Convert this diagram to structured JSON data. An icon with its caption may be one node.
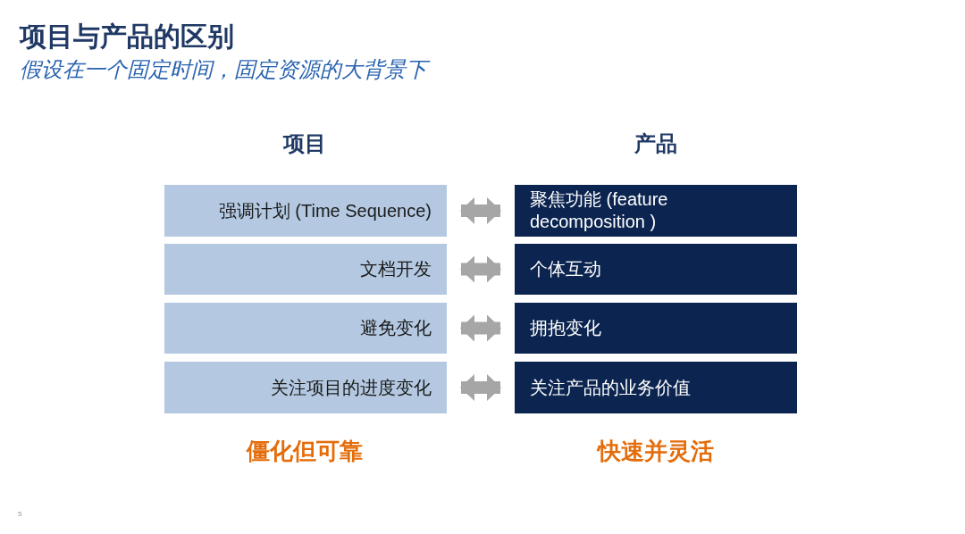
{
  "diagram": {
    "title": "项目与产品的区别",
    "nodes": [
      {
        "text": [
          "强调计划 (Time Sequence)"
        ]
      },
      {
        "text": [
          "文档开发"
        ]
      },
      {
        "text": [
          "避免变化"
        ]
      },
      {
        "text": [
          "关注项目的进度变化"
        ]
      },
      {
        "text": [
          "聚焦功能 (feature decomposition )"
        ]
      },
      {
        "text": [
          "个体互动"
        ]
      },
      {
        "text": [
          "拥抱变化"
        ]
      },
      {
        "text": [
          "关注产品的业务价值"
        ]
      }
    ],
    "edges": [
      {
        "from": 0,
        "to": 4,
        "arrow": "both"
      },
      {
        "from": 1,
        "to": 5,
        "arrow": "both"
      },
      {
        "from": 2,
        "to": 6,
        "arrow": "both"
      },
      {
        "from": 3,
        "to": 7,
        "arrow": "both"
      }
    ],
    "labels": [
      "假设在一个固定时间，固定资源的大背景下",
      "项目",
      "产品",
      "僵化但可靠",
      "快速并灵活",
      "5"
    ]
  }
}
